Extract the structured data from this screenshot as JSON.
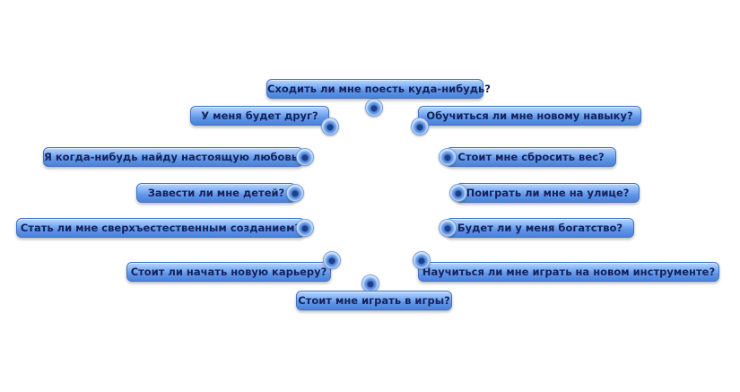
{
  "pie_menu": {
    "options": {
      "go_eat_out": "Сходить ли мне поесть куда-нибудь?",
      "have_friend": "У меня будет друг?",
      "learn_skill": "Обучиться ли мне новому навыку?",
      "find_love": "Я когда-нибудь найду настоящую любовь?",
      "lose_weight": "Стоит мне сбросить вес?",
      "have_kids": "Завести ли мне детей?",
      "play_outside": "Поиграть ли мне на улице?",
      "become_supernatural": "Стать ли мне сверхъестественным созданием?",
      "be_rich": "Будет ли у меня богатство?",
      "new_career": "Стоит ли начать новую карьеру?",
      "learn_instrument": "Научиться ли мне играть на новом инструменте?",
      "play_games": "Стоит мне играть в игры?"
    }
  }
}
